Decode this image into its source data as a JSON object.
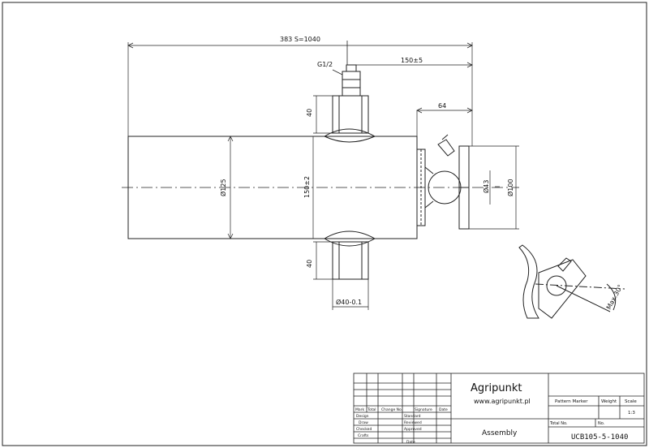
{
  "dimensions": {
    "overall": "383 S=1040",
    "thread": "G1/2",
    "center_offset": "150±5",
    "mount_length": "64",
    "trunnion_top": "40",
    "trunnion_bottom": "40",
    "body_diameter": "Ø125",
    "trunnion_span": "150±2",
    "ball_diameter": "Ø43",
    "plate_diameter": "Ø100",
    "pin_diameter": "Ø40-0.1",
    "angle": "Max.30°"
  },
  "title_block": {
    "company": "Agripunkt",
    "website": "www.agripunkt.pl",
    "drawing_name": "Assembly",
    "part_number": "UCB105-5-1040",
    "pattern_marker": "Pattern Marker",
    "weight": "Weight",
    "scale": "Scale",
    "scale_value": "1:3",
    "total_no": "Total No.",
    "no": "No.",
    "mark": "Mark",
    "total": "Total",
    "change_no": "Change No.",
    "signature": "Signature",
    "date": "Date",
    "design": "Design",
    "draw": "Draw",
    "checked": "Checked",
    "crafts": "Crafts",
    "standard": "Standard",
    "reviewed": "Reviewed",
    "approved": "Approved",
    "date2": "Date"
  }
}
